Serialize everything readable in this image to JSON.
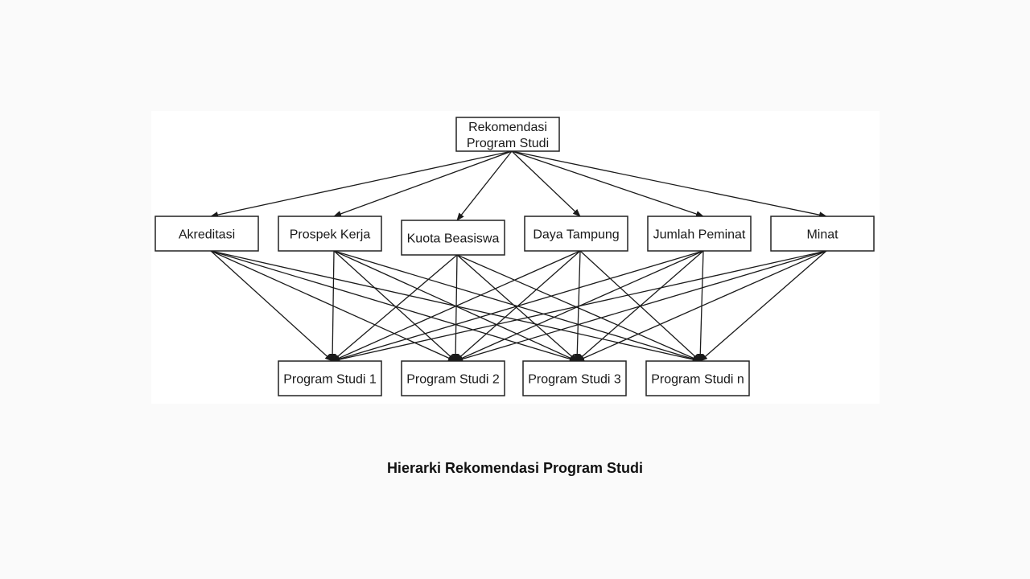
{
  "caption": "Hierarki Rekomendasi Program Studi",
  "diagram": {
    "goal": {
      "id": "goal",
      "lines": [
        "Rekomendasi",
        "Program Studi"
      ]
    },
    "criteria": [
      {
        "id": "akreditasi",
        "lines": [
          "Akreditasi"
        ]
      },
      {
        "id": "prospek-kerja",
        "lines": [
          "Prospek Kerja"
        ]
      },
      {
        "id": "kuota-beasiswa",
        "lines": [
          "Kuota Beasiswa"
        ]
      },
      {
        "id": "daya-tampung",
        "lines": [
          "Daya Tampung"
        ]
      },
      {
        "id": "jumlah-peminat",
        "lines": [
          "Jumlah Peminat"
        ]
      },
      {
        "id": "minat",
        "lines": [
          "Minat"
        ]
      }
    ],
    "alternatives": [
      {
        "id": "program-studi-1",
        "lines": [
          "Program Studi 1"
        ]
      },
      {
        "id": "program-studi-2",
        "lines": [
          "Program Studi 2"
        ]
      },
      {
        "id": "program-studi-3",
        "lines": [
          "Program Studi 3"
        ]
      },
      {
        "id": "program-studi-n",
        "lines": [
          "Program Studi n"
        ]
      }
    ]
  }
}
